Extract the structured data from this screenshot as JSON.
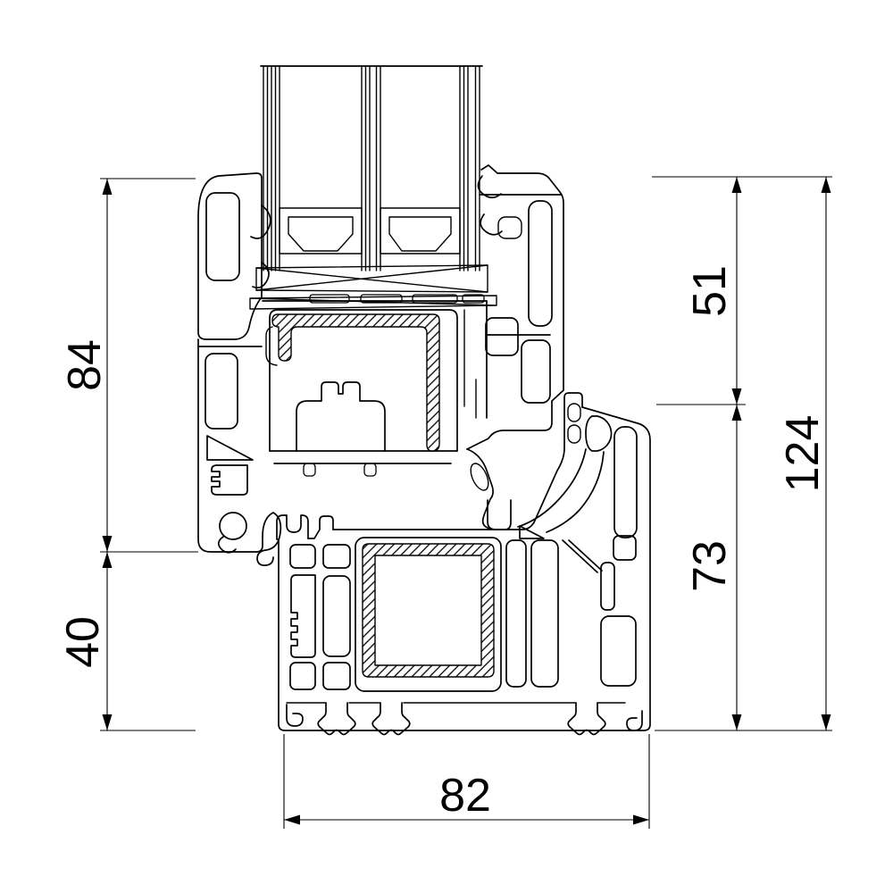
{
  "drawing": {
    "kind": "window-profile-cross-section",
    "colors": {
      "line": "#000000",
      "background": "#ffffff"
    }
  },
  "dimensions": {
    "sash_height": "84",
    "below_sash": "40",
    "top_to_frame": "51",
    "frame_height": "73",
    "total_height": "124",
    "frame_width": "82"
  }
}
